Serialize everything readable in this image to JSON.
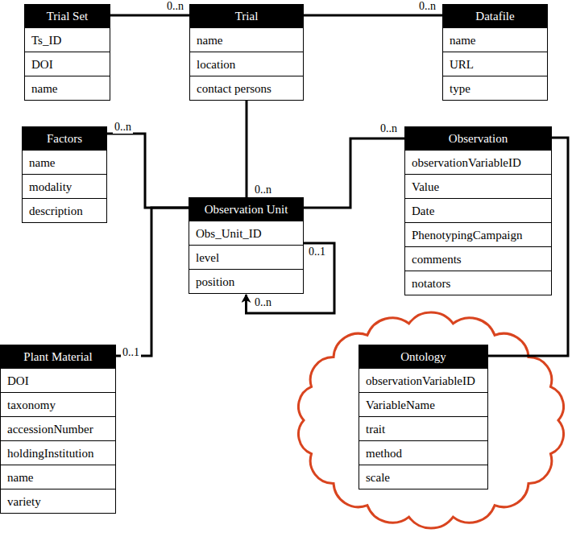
{
  "diagram": {
    "nodes": [
      {
        "text": [
          "Trial Set",
          "Ts_ID",
          "DOI",
          "name"
        ]
      },
      {
        "text": [
          "Trial",
          "name",
          "location",
          "contact persons"
        ]
      },
      {
        "text": [
          "Datafile",
          "name",
          "URL",
          "type"
        ]
      },
      {
        "text": [
          "Factors",
          "name",
          "modality",
          "description"
        ]
      },
      {
        "text": [
          "Observation Unit",
          "Obs_Unit_ID",
          "level",
          "position"
        ]
      },
      {
        "text": [
          "Observation",
          "observationVariableID",
          "Value",
          "Date",
          "PhenotypingCampaign",
          "comments",
          "notators"
        ]
      },
      {
        "text": [
          "Plant Material",
          "DOI",
          "taxonomy",
          "accessionNumber",
          "holdingInstitution",
          "name",
          "variety"
        ]
      },
      {
        "text": [
          "Ontology",
          "observationVariableID",
          "VariableName",
          "trait",
          "method",
          "scale"
        ]
      }
    ],
    "edges": [
      {
        "from": 0,
        "to": 1,
        "arrow": "none",
        "label": "0..n"
      },
      {
        "from": 1,
        "to": 2,
        "arrow": "none",
        "label": "0..n"
      },
      {
        "from": 1,
        "to": 4,
        "arrow": "none",
        "label": "0..n"
      },
      {
        "from": 3,
        "to": 4,
        "arrow": "none",
        "label": "0..n"
      },
      {
        "from": 4,
        "to": 5,
        "arrow": "none",
        "label": "0..n"
      },
      {
        "from": 6,
        "to": 4,
        "arrow": "none",
        "label": "0..1"
      },
      {
        "from": 4,
        "to": 4,
        "arrow": "to",
        "label": "0..1"
      },
      {
        "from": 5,
        "to": 7,
        "arrow": "none"
      }
    ],
    "labels": [
      "0..n"
    ]
  }
}
